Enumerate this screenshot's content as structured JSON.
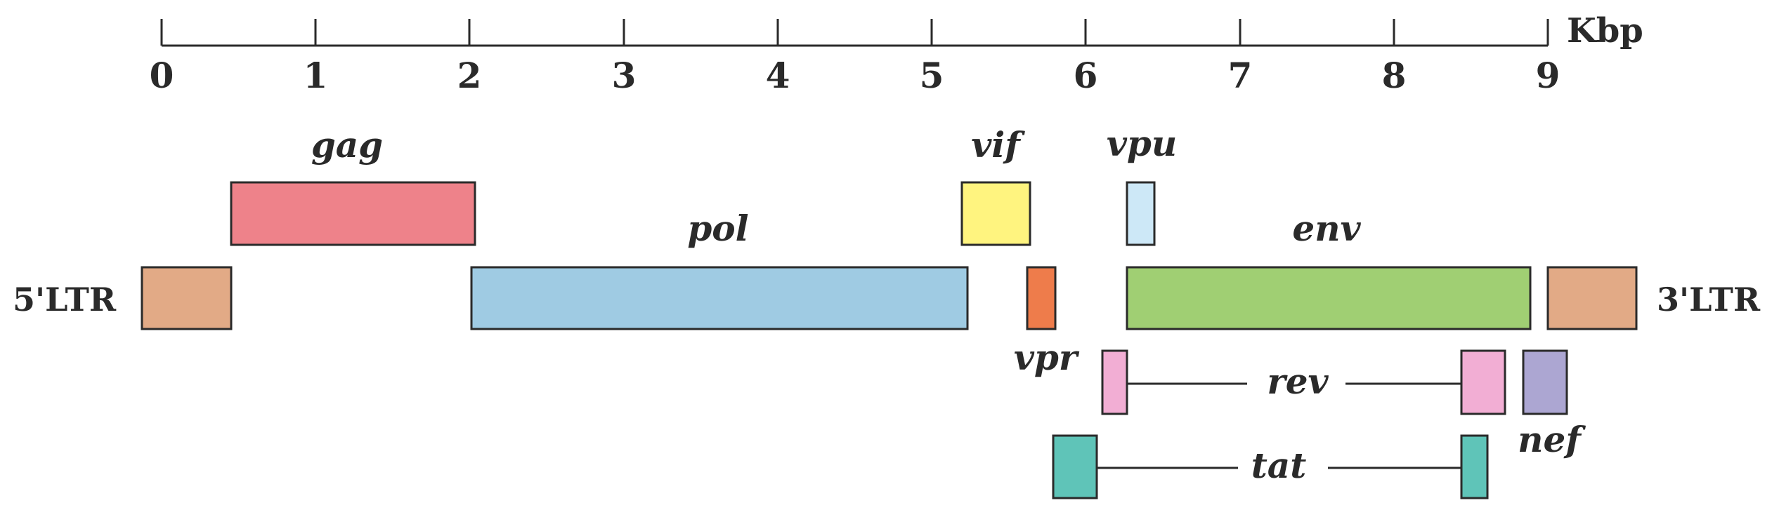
{
  "scale": {
    "unit": "Kbp",
    "ticks": [
      "0",
      "1",
      "2",
      "3",
      "4",
      "5",
      "6",
      "7",
      "8",
      "9"
    ]
  },
  "genes": {
    "gag": {
      "label": "gag",
      "color": "#EE828A"
    },
    "pol": {
      "label": "pol",
      "color": "#9FCBE3"
    },
    "vif": {
      "label": "vif",
      "color": "#FFF47F"
    },
    "vpu": {
      "label": "vpu",
      "color": "#CDE8F7"
    },
    "vpr": {
      "label": "vpr",
      "color": "#EE7C4B"
    },
    "env": {
      "label": "env",
      "color": "#A0CF73"
    },
    "rev": {
      "label": "rev",
      "color": "#F2AED4"
    },
    "tat": {
      "label": "tat",
      "color": "#5FC4B8"
    },
    "nef": {
      "label": "nef",
      "color": "#ACA6D2"
    }
  },
  "ltr": {
    "five_prime": {
      "label": "5'LTR",
      "color": "#E2AA86"
    },
    "three_prime": {
      "label": "3'LTR",
      "color": "#E2AA86"
    }
  }
}
